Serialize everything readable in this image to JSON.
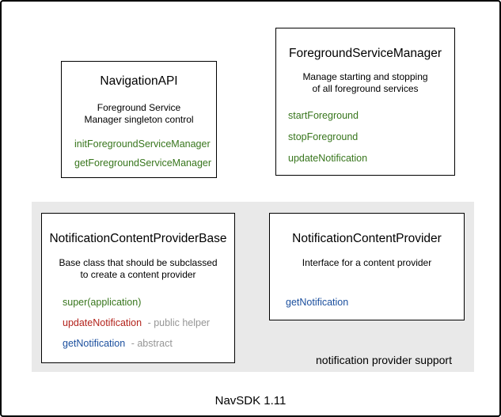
{
  "caption": "NavSDK 1.11",
  "palette": {
    "method_green": "#38761d",
    "method_red": "#b3231c",
    "method_blue": "#1b4f9e",
    "annotation_gray": "#969696",
    "region_background": "#e9e9e9",
    "box_border": "#000000",
    "background": "#ffffff"
  },
  "boxes": {
    "navigation_api": {
      "title": "NavigationAPI",
      "description": [
        "Foreground Service",
        "Manager singleton control"
      ],
      "methods": [
        {
          "name": "initForegroundServiceManager",
          "color": "green"
        },
        {
          "name": "getForegroundServiceManager",
          "color": "green"
        }
      ]
    },
    "foreground_service_manager": {
      "title": "ForegroundServiceManager",
      "description": [
        "Manage starting and stopping",
        "of all foreground services"
      ],
      "methods": [
        {
          "name": "startForeground",
          "color": "green"
        },
        {
          "name": "stopForeground",
          "color": "green"
        },
        {
          "name": "updateNotification",
          "color": "green"
        }
      ]
    },
    "notification_content_provider_base": {
      "title": "NotificationContentProviderBase",
      "description": [
        "Base class that should be subclassed",
        "to create a content provider"
      ],
      "methods": [
        {
          "name": "super(application)",
          "color": "green",
          "annotation": ""
        },
        {
          "name": "updateNotification",
          "color": "red",
          "annotation": "- public helper"
        },
        {
          "name": "getNotification",
          "color": "blue",
          "annotation": "- abstract"
        }
      ]
    },
    "notification_content_provider": {
      "title": "NotificationContentProvider",
      "description": [
        "Interface for a content provider"
      ],
      "methods": [
        {
          "name": "getNotification",
          "color": "blue"
        }
      ]
    }
  },
  "region": {
    "label": "notification provider support"
  }
}
